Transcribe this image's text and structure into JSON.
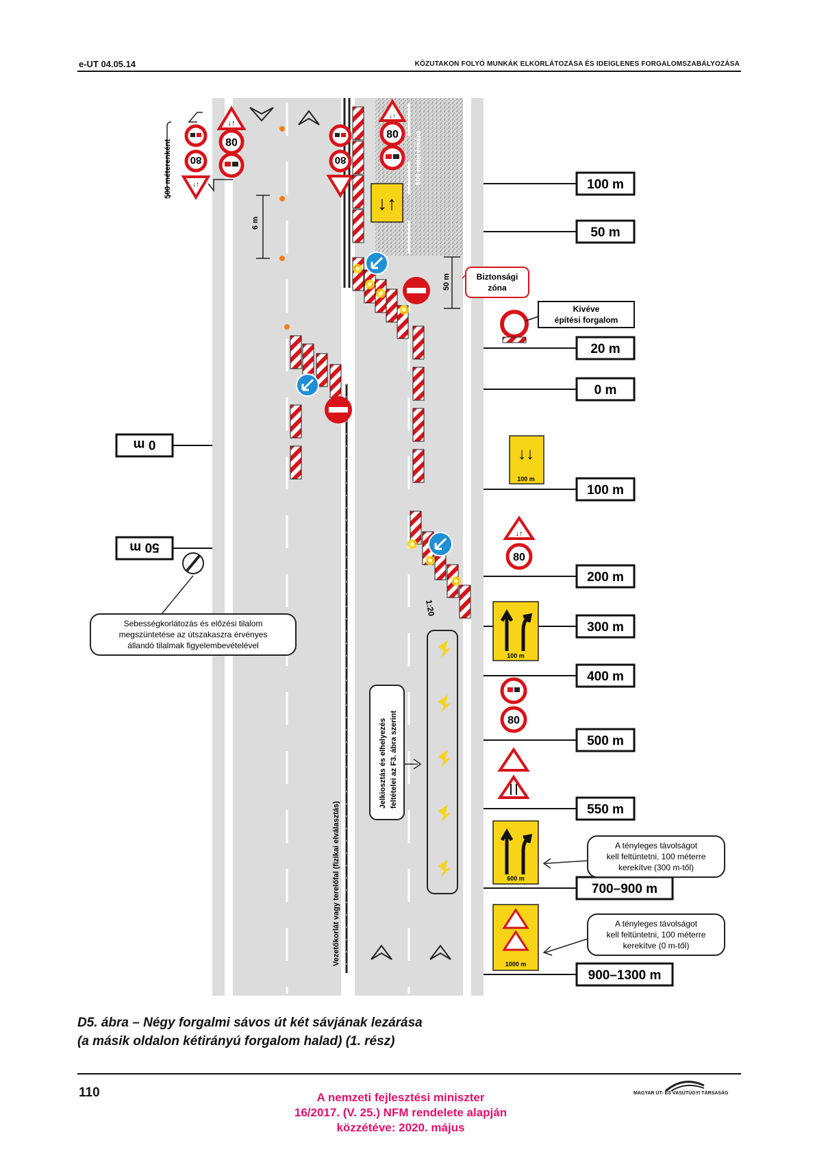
{
  "header": {
    "doc_id": "e-UT 04.05.14",
    "title": "Közutakon folyó munkák elkorlátozása és ideiglenes forgalomszabályozása"
  },
  "diagram": {
    "dist_right": [
      "100 m",
      "50 m",
      "20 m",
      "0 m",
      "100 m",
      "200 m",
      "300 m",
      "400 m",
      "500 m",
      "550 m",
      "700–900 m",
      "900–1300 m"
    ],
    "dist_left": [
      "0 m",
      "50 m"
    ],
    "sign_speed": "80",
    "plate_100": "100 m",
    "plate_600": "600 m",
    "plate_1000": "1000 m",
    "label_500m": "500 méterenként",
    "label_6m": "6 m",
    "label_50m": "50 m",
    "label_ratio": "1:20",
    "biztonsagi": [
      "Biztonsági",
      "zóna"
    ],
    "kiveve": [
      "Kivéve",
      "építési forgalom"
    ],
    "sebesseg_note": [
      "Sebességkorlátozás és előzési tilalom",
      "megszüntetése az útszakaszra érvényes",
      "állandó tilalmak figyelembevételével"
    ],
    "tenyleges_1": [
      "A tényleges távolságot",
      "kell feltüntetni, 100 méterre",
      "kerekítve (300 m-től)"
    ],
    "tenyleges_2": [
      "A tényleges távolságot",
      "kell feltüntetni, 100 méterre",
      "kerekítve (0 m-től)"
    ],
    "jelkiosztas": [
      "Jelkiosztás és elhelyezés",
      "feltételei az F3. ábra szerint"
    ],
    "vezetokorlat": "Vezetőkorlát vagy terelőfal (fizikai elválasztás)"
  },
  "caption": {
    "line1": "D5. ábra – Négy forgalmi sávos út két sávjának lezárása",
    "line2": "(a másik oldalon kétirányú forgalom halad) (1. rész)"
  },
  "footer": {
    "page_number": "110",
    "publisher_lines": [
      "A nemzeti fejlesztési miniszter",
      "16/2017. (V. 25.) NFM rendelete alapján",
      "közzétéve: 2020. május"
    ],
    "logo_text": "MAGYAR ÚT- ÉS VASÚTÜGYI TÁRSASÁG"
  },
  "colors": {
    "red": "#d7141a",
    "yellow": "#f7d417",
    "blue": "#1f8fd6",
    "pink": "#e0106a",
    "road": "#dcdcdc"
  }
}
